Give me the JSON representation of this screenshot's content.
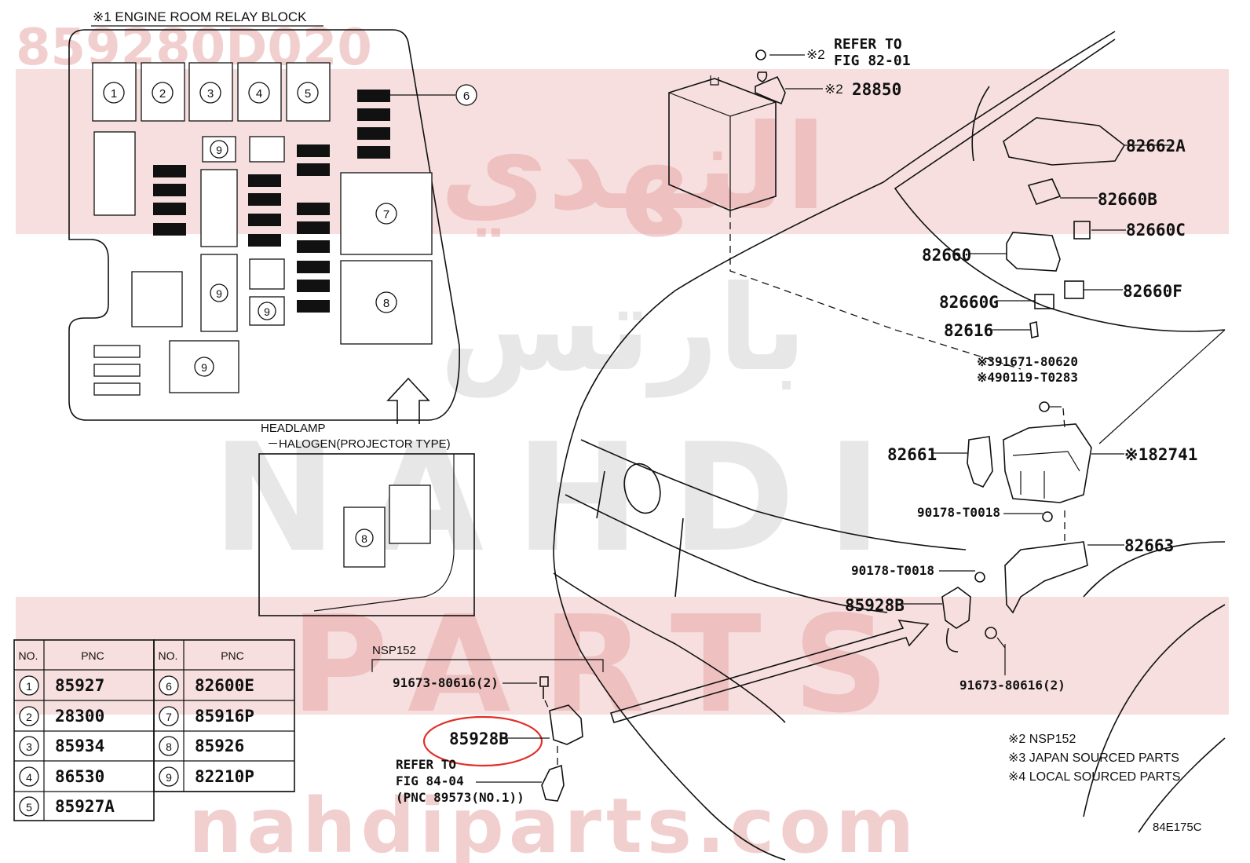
{
  "watermark": {
    "top_code": "859280D020",
    "arabic_top": "النهدي",
    "arabic_mid": "بارتس",
    "latin_mid": "NAHDI",
    "latin_low": "PARTS",
    "url": "nahdiparts.com"
  },
  "relay_block": {
    "title": "※1 ENGINE ROOM RELAY BLOCK",
    "slot_numbers": [
      "1",
      "2",
      "3",
      "4",
      "5",
      "6",
      "7",
      "8",
      "9"
    ]
  },
  "headlamp": {
    "line1": "HEADLAMP",
    "line2": "－HALOGEN(PROJECTOR TYPE)"
  },
  "pnc_table": {
    "headers": [
      "NO.",
      "PNC",
      "NO.",
      "PNC"
    ],
    "left": [
      {
        "no": "1",
        "pnc": "85927"
      },
      {
        "no": "2",
        "pnc": "28300"
      },
      {
        "no": "3",
        "pnc": "85934"
      },
      {
        "no": "4",
        "pnc": "86530"
      },
      {
        "no": "5",
        "pnc": "85927A"
      }
    ],
    "right": [
      {
        "no": "6",
        "pnc": "82600E"
      },
      {
        "no": "7",
        "pnc": "85916P"
      },
      {
        "no": "8",
        "pnc": "85926"
      },
      {
        "no": "9",
        "pnc": "82210P"
      }
    ]
  },
  "callouts": {
    "refer_82": "REFER TO",
    "fig_82": "FIG 82-01",
    "mark_2a": "※2",
    "mark_2b": "※2",
    "p28850": "28850",
    "p82662A": "82662A",
    "p82660B": "82660B",
    "p82660C": "82660C",
    "p82660": "82660",
    "p82660F": "82660F",
    "p82660G": "82660G",
    "p82616": "82616",
    "p91671": "※391671-80620",
    "p90119": "※490119-T0283",
    "p82661": "82661",
    "p82741": "※182741",
    "p90178a": "90178-T0018",
    "p90178b": "90178-T0018",
    "p82663": "82663",
    "p85928B_r": "85928B",
    "p91673_r": "91673-80616(2)",
    "nsp": "NSP152",
    "p91673_l": "91673-80616(2)",
    "p85928B_l": "85928B",
    "refer_84": "REFER TO",
    "fig_84": "FIG 84-04",
    "pnc_89573": "(PNC 89573(NO.1))"
  },
  "notes": {
    "n2": "※2 NSP152",
    "n3": "※3 JAPAN SOURCED PARTS",
    "n4": "※4 LOCAL SOURCED PARTS"
  },
  "figure_id": "84E175C",
  "colors": {
    "ink": "#111111",
    "highlight": "#e0302a",
    "watermark": "#e8a8a8"
  }
}
